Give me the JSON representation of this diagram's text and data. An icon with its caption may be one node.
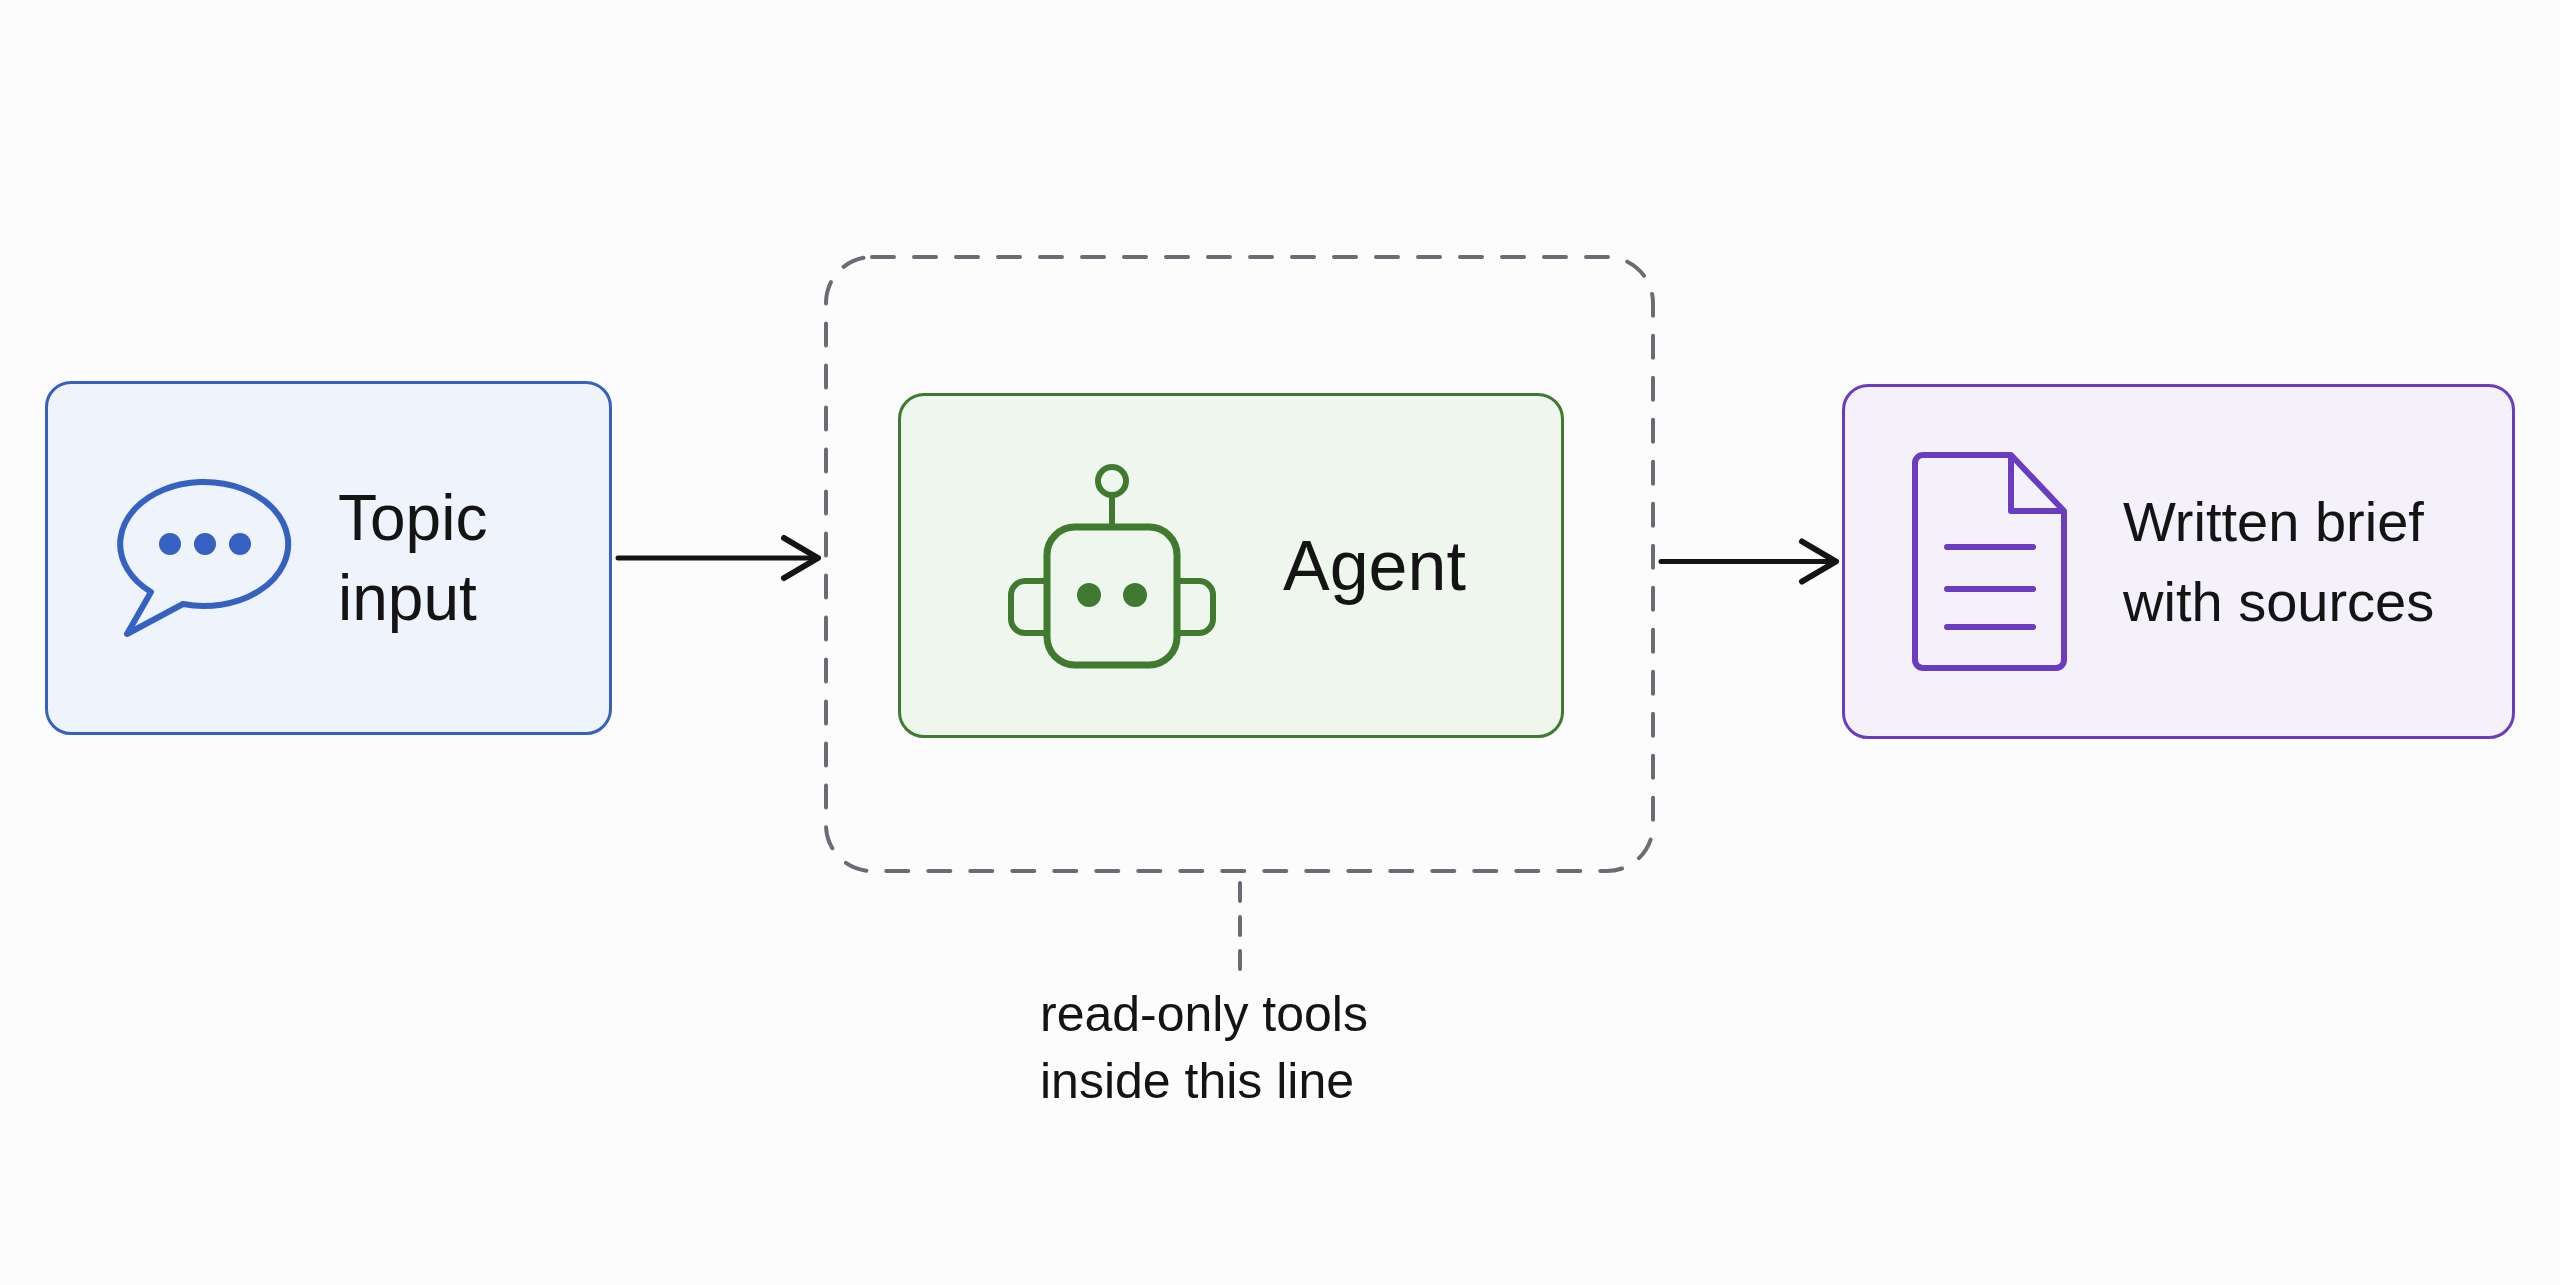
{
  "diagram": {
    "nodes": [
      {
        "text": [
          "Topic input"
        ]
      },
      {
        "text": [],
        "shape": "box"
      },
      {
        "text": [
          "Agent"
        ],
        "in": 1
      },
      {
        "text": [
          "Written brief with sources"
        ]
      },
      {
        "text": [
          "read-only tools inside this line"
        ]
      }
    ],
    "edges": [
      {
        "from": 0,
        "to": 1,
        "arrow": "to"
      },
      {
        "from": 1,
        "to": 3,
        "arrow": "to"
      },
      {
        "from": 4,
        "to": 1,
        "arrow": "none",
        "style": "dashed",
        "color": "#6b6b74"
      }
    ]
  }
}
